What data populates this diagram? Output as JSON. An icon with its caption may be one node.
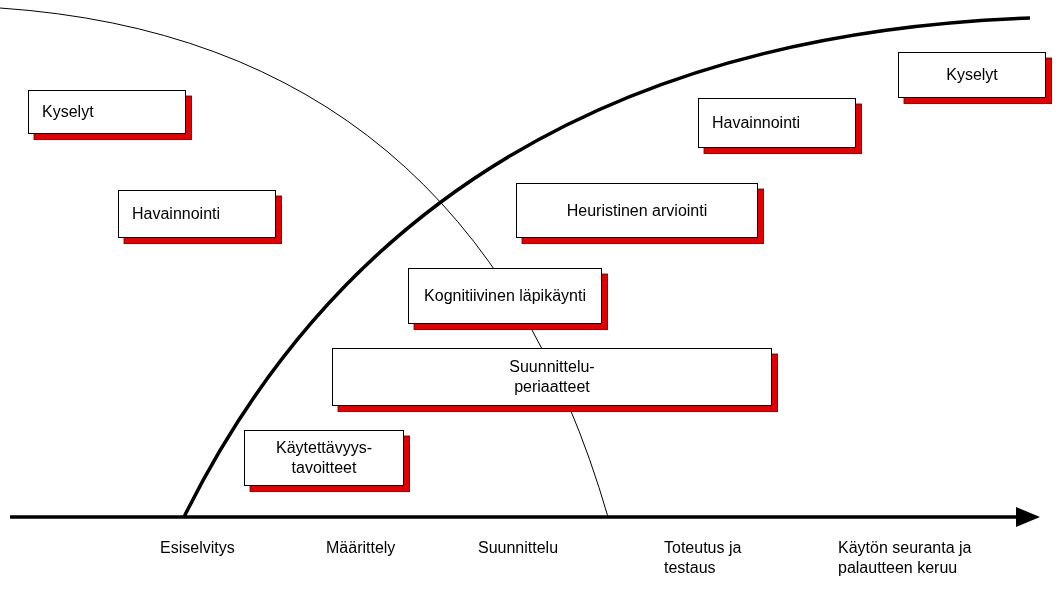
{
  "diagram": {
    "nodes": [
      {
        "text": [
          "Kyselyt"
        ]
      },
      {
        "text": [
          "Havainnointi"
        ]
      },
      {
        "text": [
          "Kyselyt"
        ]
      },
      {
        "text": [
          "Havainnointi"
        ]
      },
      {
        "text": [
          "Heuristinen arviointi"
        ]
      },
      {
        "text": [
          "Kognitiivinen läpikäynti"
        ]
      },
      {
        "text": [
          "Suunnittelu- periaatteet"
        ]
      },
      {
        "text": [
          "Käytettävyys- tavoitteet"
        ]
      }
    ],
    "edges": [],
    "labels": [
      "Esiselvitys",
      "Määrittely",
      "Suunnittelu",
      "Toteutus ja testaus",
      "Käytön seuranta ja palautteen keruu"
    ]
  }
}
